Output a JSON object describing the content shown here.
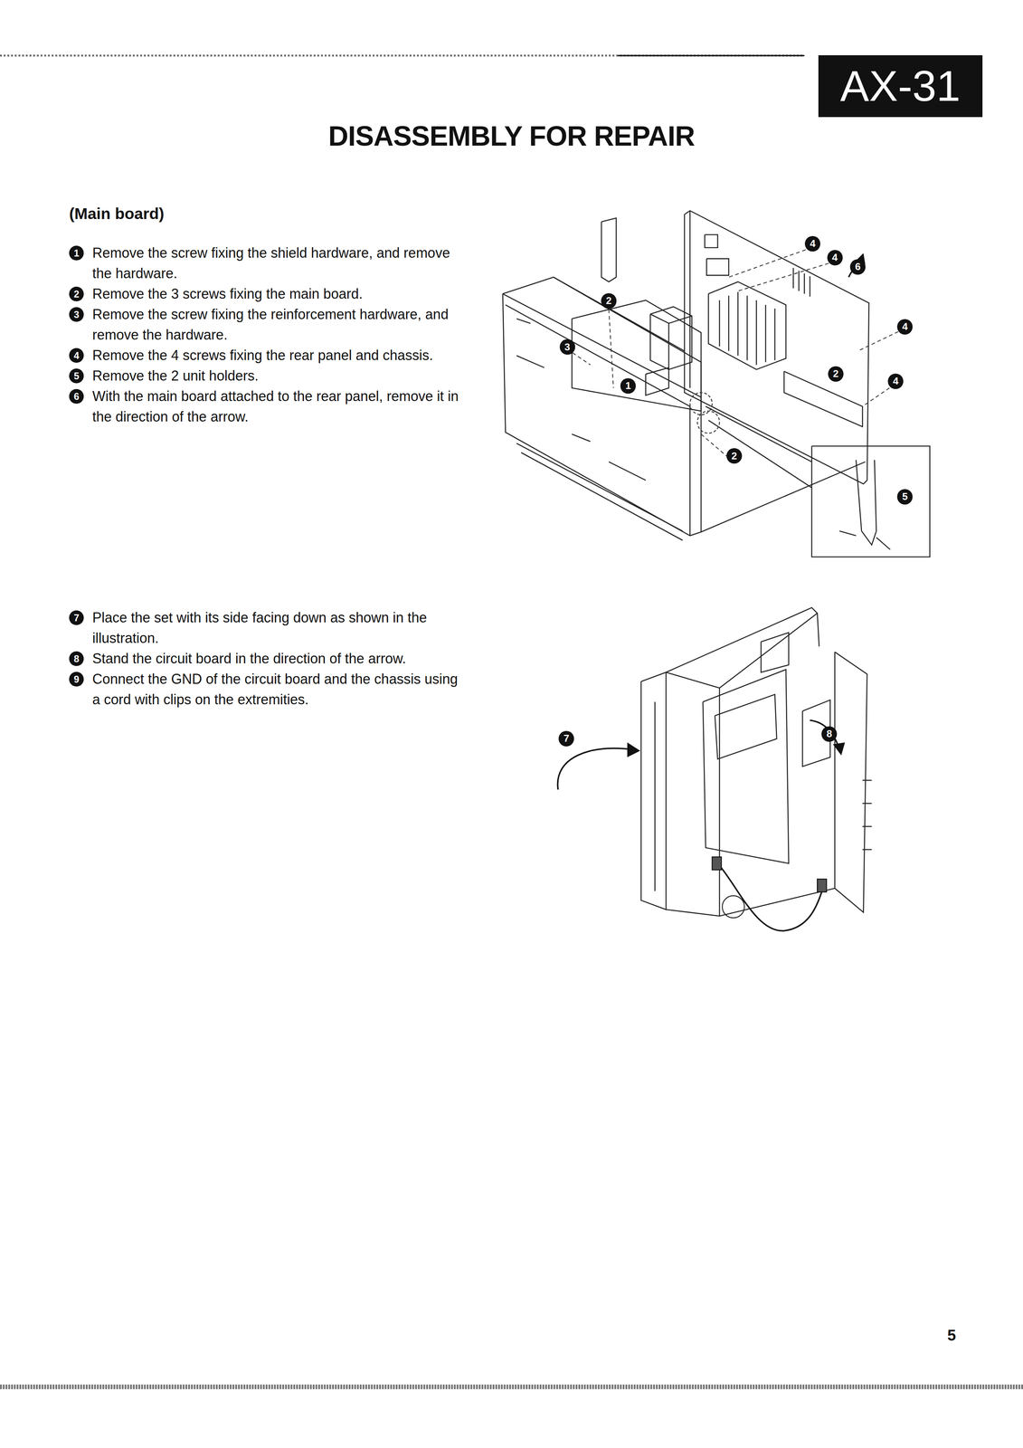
{
  "diagram": {
    "title": "DISASSEMBLY FOR REPAIR",
    "nodes": [
      {
        "text": [
          "AX-31"
        ]
      }
    ],
    "labels": [
      "(Main board)",
      "1",
      "Remove the screw fixing the shield hardware, and remove the hardware.",
      "2",
      "Remove the 3 screws fixing the main board.",
      "3",
      "Remove the screw fixing the reinforcement hardware, and remove the hardware.",
      "4",
      "Remove the 4 screws fixing the rear panel and chassis.",
      "5",
      "Remove the 2 unit holders.",
      "6",
      "With the main board attached to the rear panel, remove it in the direction of the arrow.",
      "7",
      "Place the set with its side facing down as shown in the illustration.",
      "8",
      "Stand the circuit board in the direction of the arrow.",
      "9",
      "Connect the GND of the circuit board and the chassis using a cord with clips on the extremities.",
      "4",
      "4",
      "6",
      "2",
      "3",
      "4",
      "2",
      "4",
      "1",
      "2",
      "5",
      "7",
      "8",
      "5"
    ]
  }
}
